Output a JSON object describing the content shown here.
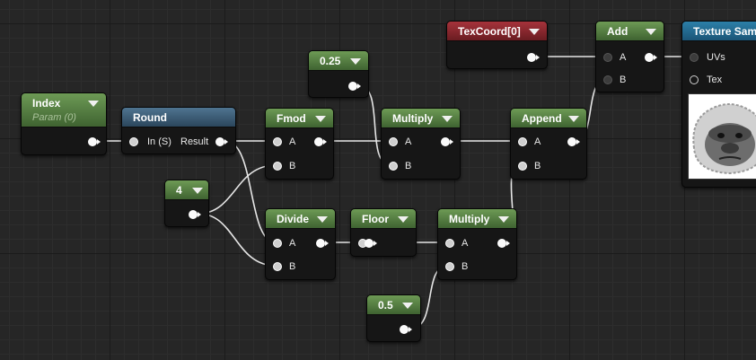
{
  "nodes": {
    "index": {
      "title": "Index",
      "subtitle": "Param (0)"
    },
    "round": {
      "title": "Round",
      "pin_in": "In (S)",
      "pin_out": "Result"
    },
    "const_4": {
      "title": "4"
    },
    "const_025": {
      "title": "0.25"
    },
    "const_05": {
      "title": "0.5"
    },
    "fmod": {
      "title": "Fmod",
      "pin_a": "A",
      "pin_b": "B"
    },
    "divide": {
      "title": "Divide",
      "pin_a": "A",
      "pin_b": "B"
    },
    "floor": {
      "title": "Floor"
    },
    "multiply1": {
      "title": "Multiply",
      "pin_a": "A",
      "pin_b": "B"
    },
    "multiply2": {
      "title": "Multiply",
      "pin_a": "A",
      "pin_b": "B"
    },
    "append": {
      "title": "Append",
      "pin_a": "A",
      "pin_b": "B"
    },
    "texcoord": {
      "title": "TexCoord[0]"
    },
    "add": {
      "title": "Add",
      "pin_a": "A",
      "pin_b": "B"
    },
    "texture_sample": {
      "title": "Texture Sam",
      "pin_uvs": "UVs",
      "pin_tex": "Tex"
    }
  },
  "colors": {
    "constant_header": "#5c8a48",
    "function_header": "#4f7490",
    "texcoord_header": "#a6333b",
    "texture_header": "#2c7fa8",
    "wire": "#e6e6e6"
  }
}
